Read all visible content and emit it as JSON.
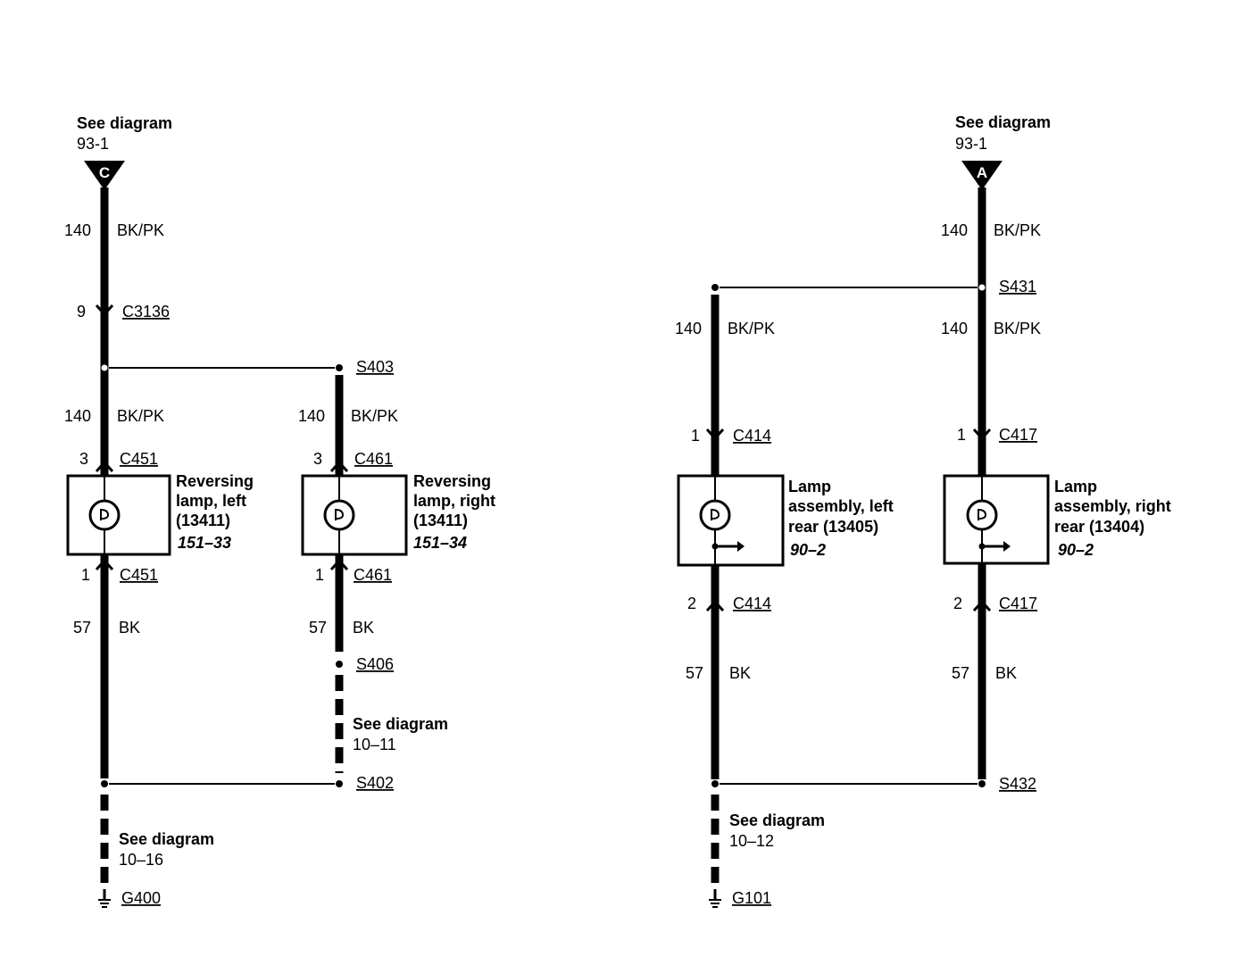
{
  "left": {
    "connector_ref": {
      "letter": "C",
      "see": "See diagram",
      "page": "93-1"
    },
    "top_wire": {
      "circuit": "140",
      "color": "BK/PK"
    },
    "c3136": {
      "pin": "9",
      "name": "C3136"
    },
    "s403": "S403",
    "lamp_left": {
      "wire": {
        "circuit": "140",
        "color": "BK/PK"
      },
      "in": {
        "pin": "3",
        "name": "C451"
      },
      "label": [
        "Reversing",
        "lamp, left",
        "(13411)"
      ],
      "ref": "151–33",
      "out": {
        "pin": "1",
        "name": "C451"
      },
      "ground_wire": {
        "circuit": "57",
        "color": "BK"
      }
    },
    "lamp_right": {
      "wire": {
        "circuit": "140",
        "color": "BK/PK"
      },
      "in": {
        "pin": "3",
        "name": "C461"
      },
      "label": [
        "Reversing",
        "lamp, right",
        "(13411)"
      ],
      "ref": "151–34",
      "out": {
        "pin": "1",
        "name": "C461"
      },
      "ground_wire": {
        "circuit": "57",
        "color": "BK"
      }
    },
    "s406": "S406",
    "see_right": {
      "see": "See diagram",
      "page": "10–11"
    },
    "s402": "S402",
    "see_bottom": {
      "see": "See diagram",
      "page": "10–16"
    },
    "ground": "G400"
  },
  "right": {
    "connector_ref": {
      "letter": "A",
      "see": "See diagram",
      "page": "93-1"
    },
    "top_wire": {
      "circuit": "140",
      "color": "BK/PK"
    },
    "s431": "S431",
    "lamp_left": {
      "wire": {
        "circuit": "140",
        "color": "BK/PK"
      },
      "in": {
        "pin": "1",
        "name": "C414"
      },
      "label": [
        "Lamp",
        "assembly, left",
        "rear (13405)"
      ],
      "ref": "90–2",
      "out": {
        "pin": "2",
        "name": "C414"
      },
      "ground_wire": {
        "circuit": "57",
        "color": "BK"
      }
    },
    "lamp_right": {
      "wire": {
        "circuit": "140",
        "color": "BK/PK"
      },
      "in": {
        "pin": "1",
        "name": "C417"
      },
      "label": [
        "Lamp",
        "assembly, right",
        "rear (13404)"
      ],
      "ref": "90–2",
      "out": {
        "pin": "2",
        "name": "C417"
      },
      "ground_wire": {
        "circuit": "57",
        "color": "BK"
      }
    },
    "s432": "S432",
    "see_bottom": {
      "see": "See diagram",
      "page": "10–12"
    },
    "ground": "G101"
  }
}
